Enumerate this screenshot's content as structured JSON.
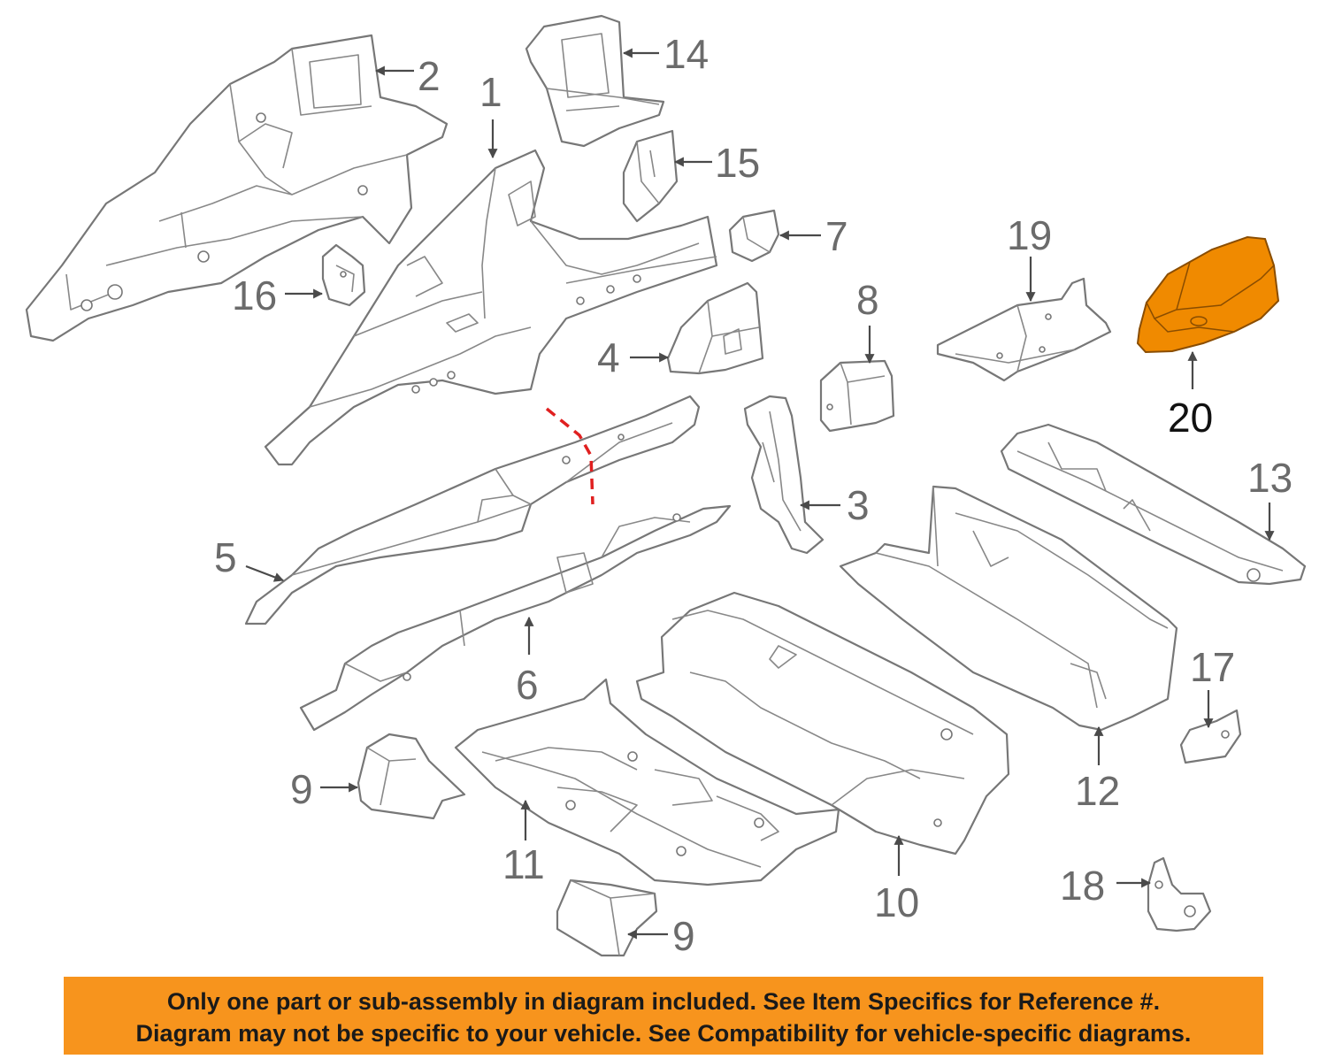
{
  "callouts": {
    "c1": "1",
    "c2": "2",
    "c3": "3",
    "c4": "4",
    "c5": "5",
    "c6": "6",
    "c7": "7",
    "c8": "8",
    "c9a": "9",
    "c9b": "9",
    "c10": "10",
    "c11": "11",
    "c12": "12",
    "c13": "13",
    "c14": "14",
    "c15": "15",
    "c16": "16",
    "c17": "17",
    "c18": "18",
    "c19": "19",
    "c20": "20"
  },
  "highlighted_part": "20",
  "colors": {
    "highlight_part": "#f08a00",
    "banner_background": "#f7941d",
    "cut_line": "#e02020",
    "outline": "#777777"
  },
  "banner": {
    "line1": "Only one part or sub-assembly in diagram included. See Item Specifics for Reference #.",
    "line2": "Diagram may not be specific to your vehicle. See Compatibility for vehicle-specific diagrams."
  }
}
